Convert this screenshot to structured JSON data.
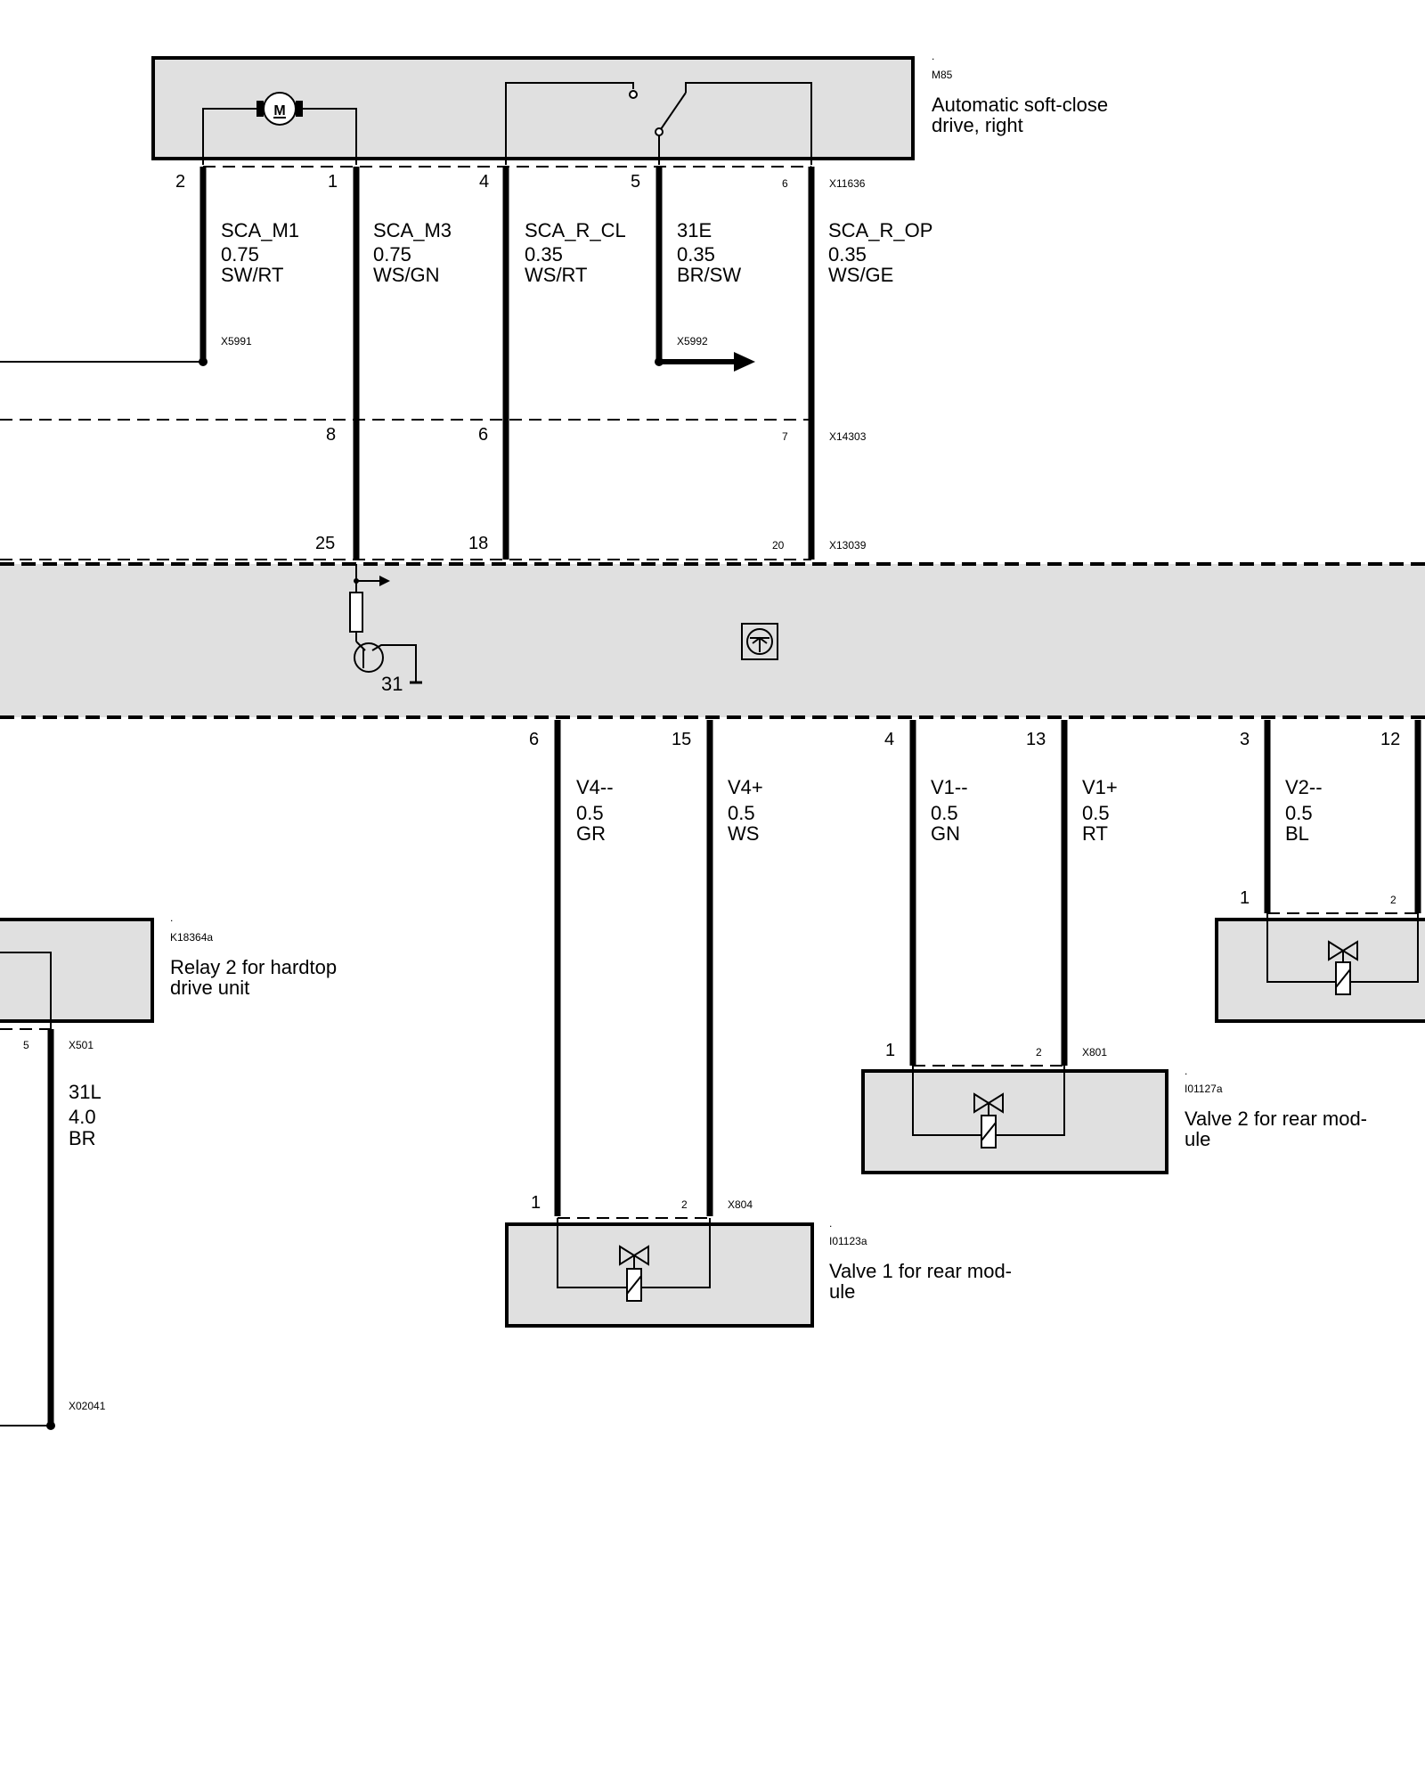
{
  "components": {
    "m85": {
      "dot": ".",
      "code": "M85",
      "name_line1": "Automatic soft-close",
      "name_line2": "drive, right",
      "motor_letter": "M",
      "connector": "X11636"
    },
    "k18364a": {
      "dot": ".",
      "code": "K18364a",
      "name_line1": "Relay 2 for hardtop",
      "name_line2": "drive unit",
      "connector": "X501",
      "pin": "5"
    },
    "i01123a": {
      "dot": ".",
      "code": "I01123a",
      "name_line1": "Valve 1 for rear mod-",
      "name_line2": "ule",
      "connector": "X804",
      "pin1": "1",
      "pin2": "2"
    },
    "i01127a": {
      "dot": ".",
      "code": "I01127a",
      "name_line1": "Valve 2 for rear mod-",
      "name_line2": "ule",
      "connector": "X801",
      "pin1": "1",
      "pin2": "2"
    },
    "valve3": {
      "pin1": "1",
      "pin2": "2"
    },
    "control_unit": {
      "ground_label": "31"
    }
  },
  "top_pins": [
    "2",
    "1",
    "4",
    "5",
    "6"
  ],
  "top_wires": [
    {
      "name": "SCA_M1",
      "size": "0.75",
      "color": "SW/RT"
    },
    {
      "name": "SCA_M3",
      "size": "0.75",
      "color": "WS/GN"
    },
    {
      "name": "SCA_R_CL",
      "size": "0.35",
      "color": "WS/RT"
    },
    {
      "name": "31E",
      "size": "0.35",
      "color": "BR/SW"
    },
    {
      "name": "SCA_R_OP",
      "size": "0.35",
      "color": "WS/GE"
    }
  ],
  "splices": {
    "left": "X5991",
    "right": "X5992"
  },
  "mid_connector": {
    "code": "X14303",
    "pins": [
      "8",
      "6",
      "7"
    ]
  },
  "cu_top_connector": {
    "code": "X13039",
    "pins": [
      "25",
      "18",
      "20"
    ]
  },
  "bottom_pins": [
    "6",
    "15",
    "4",
    "13",
    "3",
    "12"
  ],
  "bottom_wires": [
    {
      "name": "V4--",
      "size": "0.5",
      "color": "GR"
    },
    {
      "name": "V4+",
      "size": "0.5",
      "color": "WS"
    },
    {
      "name": "V1--",
      "size": "0.5",
      "color": "GN"
    },
    {
      "name": "V1+",
      "size": "0.5",
      "color": "RT"
    },
    {
      "name": "V2--",
      "size": "0.5",
      "color": "BL"
    }
  ],
  "ground_wire": {
    "name": "31L",
    "size": "4.0",
    "color": "BR",
    "end_connector": "X02041"
  }
}
